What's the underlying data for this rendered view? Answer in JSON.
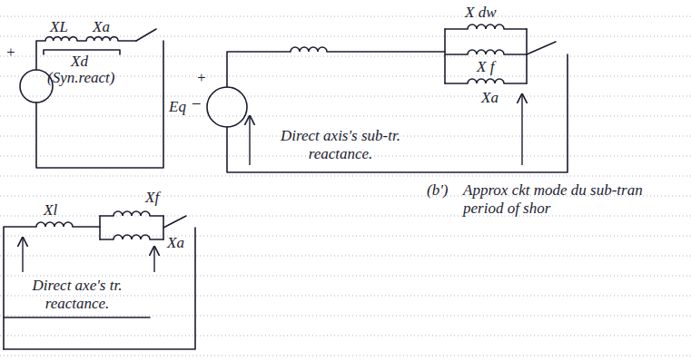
{
  "diagram": {
    "labels": [
      "+",
      "XL",
      "Xa",
      "Xd",
      "(Syn.react)",
      "X dw",
      "Eq",
      "+",
      "_",
      "X f",
      "Xa",
      "Direct axis's sub-tr. reactance.",
      "(b')",
      "Approx ckt mode du sub-tran period of shor",
      "Xl",
      "Xf",
      "Xa",
      "Direct axe's tr. reactance."
    ]
  }
}
